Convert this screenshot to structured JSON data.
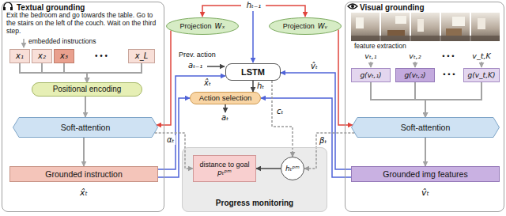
{
  "diagram": {
    "nodes": [
      {
        "text": [
          "Textual grounding"
        ]
      },
      {
        "text": [
          "x₁"
        ],
        "in": 0
      },
      {
        "text": [
          "x₂"
        ],
        "in": 0
      },
      {
        "text": [
          "x₃"
        ],
        "in": 0
      },
      {
        "text": [
          "x_L"
        ],
        "in": 0
      },
      {
        "text": [
          "Positional encoding"
        ],
        "in": 0
      },
      {
        "text": [
          "Soft-attention"
        ],
        "in": 0
      },
      {
        "text": [
          "Grounded instruction"
        ],
        "in": 0
      },
      {
        "text": [
          "Projection",
          "Wₓ"
        ]
      },
      {
        "text": [
          "Projection",
          "Wᵥ"
        ]
      },
      {
        "text": [
          "LSTM"
        ]
      },
      {
        "text": [
          "Action selection"
        ]
      },
      {
        "text": [
          "Progress monitoring"
        ]
      },
      {
        "text": [
          "distance to goal",
          "pₜᵖᵐ"
        ],
        "in": 12
      },
      {
        "text": [
          "hₜᵖᵐ"
        ],
        "in": 12
      },
      {
        "text": [
          "Visual grounding"
        ]
      },
      {
        "text": [
          "g(vₜ,₁)"
        ],
        "in": 15
      },
      {
        "text": [
          "g(vₜ,₂)"
        ],
        "in": 15
      },
      {
        "text": [
          "g(v_t,K)"
        ],
        "in": 15
      },
      {
        "text": [
          "Soft-attention"
        ],
        "in": 15
      },
      {
        "text": [
          "Grounded img features"
        ],
        "in": 15
      }
    ],
    "edges": [
      {
        "from": 1,
        "to": 5,
        "arrow": "to"
      },
      {
        "from": 2,
        "to": 5,
        "arrow": "to"
      },
      {
        "from": 3,
        "to": 5,
        "arrow": "to"
      },
      {
        "from": 4,
        "to": 5,
        "arrow": "to"
      },
      {
        "from": 5,
        "to": 6,
        "arrow": "to"
      },
      {
        "from": 6,
        "to": 7,
        "arrow": "to"
      },
      {
        "from": 16,
        "to": 19,
        "arrow": "to"
      },
      {
        "from": 17,
        "to": 19,
        "arrow": "to"
      },
      {
        "from": 18,
        "to": 19,
        "arrow": "to"
      },
      {
        "from": 19,
        "to": 20,
        "arrow": "to"
      },
      {
        "from": 8,
        "to": 6,
        "arrow": "to"
      },
      {
        "from": 9,
        "to": 19,
        "arrow": "to"
      },
      {
        "from": 7,
        "to": 10,
        "label": "x̂ₜ",
        "arrow": "to"
      },
      {
        "from": 7,
        "to": 11,
        "arrow": "to"
      },
      {
        "from": 20,
        "to": 10,
        "label": "v̂ₜ",
        "arrow": "to"
      },
      {
        "from": 20,
        "to": 11,
        "arrow": "to"
      },
      {
        "from": 10,
        "to": 11,
        "label": "hₜ",
        "arrow": "to"
      },
      {
        "from": 10,
        "to": 14,
        "label": "cₜ",
        "arrow": "to"
      },
      {
        "from": 6,
        "to": 13,
        "label": "αₜ",
        "arrow": "to"
      },
      {
        "from": 19,
        "to": 14,
        "label": "βₜ",
        "arrow": "to"
      },
      {
        "from": 14,
        "to": 13,
        "arrow": "to"
      }
    ],
    "labels": [
      "Exit the bedroom and go towards the table. Go to the stairs on the left of the couch. Wait on the third step.",
      "embedded instructions",
      "• • •",
      "x̂ₜ",
      "hₜ₋₁",
      "Prev. action",
      "aₜ₋₁",
      "aₜ",
      "feature extraction",
      "vₜ,₁",
      "vₜ,₂",
      "• • •",
      "v_t,K",
      "• • •",
      "v̂ₜ"
    ]
  }
}
